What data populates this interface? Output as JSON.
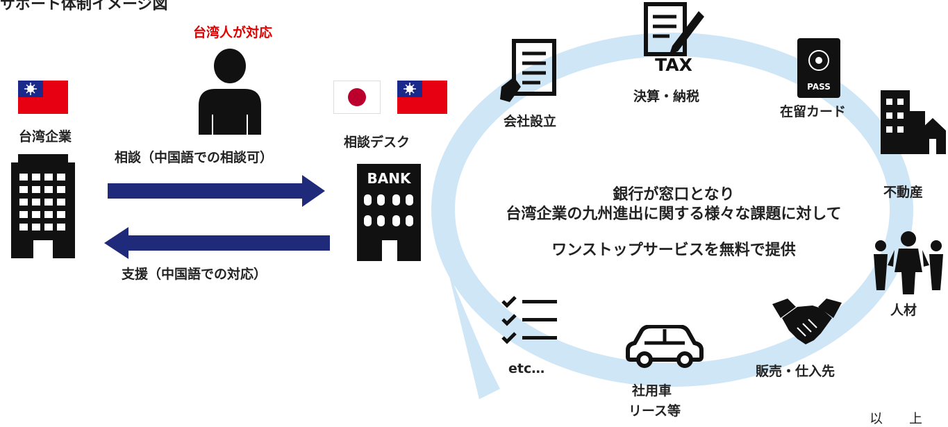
{
  "header": {
    "title": "サポート体制イメージ図"
  },
  "staff_note": "台湾人が対応",
  "company_label": "台湾企業",
  "desk_label": "相談デスク",
  "bank_sign": "BANK",
  "consult_label": "相談（中国語での相談可）",
  "support_label": "支援（中国語での対応）",
  "center_text": {
    "line1": "銀行が窓口となり",
    "line2": "台湾企業の九州進出に関する様々な課題に対して",
    "line3": "ワンストップサービスを無料で提供"
  },
  "services": {
    "setup": "会社設立",
    "tax_icon_text": "TAX",
    "tax": "決算・納税",
    "pass_icon_text": "PASS",
    "residence": "在留カード",
    "realestate": "不動産",
    "hr": "人材",
    "sales": "販売・仕入先",
    "car_line1": "社用車",
    "car_line2": "リース等",
    "etc": "etc…"
  },
  "footer_note": "以　　上",
  "colors": {
    "arrow": "#1f2a7a",
    "ring": "#cfe6f7",
    "staff_note": "#e00000",
    "flag_red": "#e60012",
    "flag_blue": "#1b2a8a",
    "japan_red": "#bc002d"
  }
}
